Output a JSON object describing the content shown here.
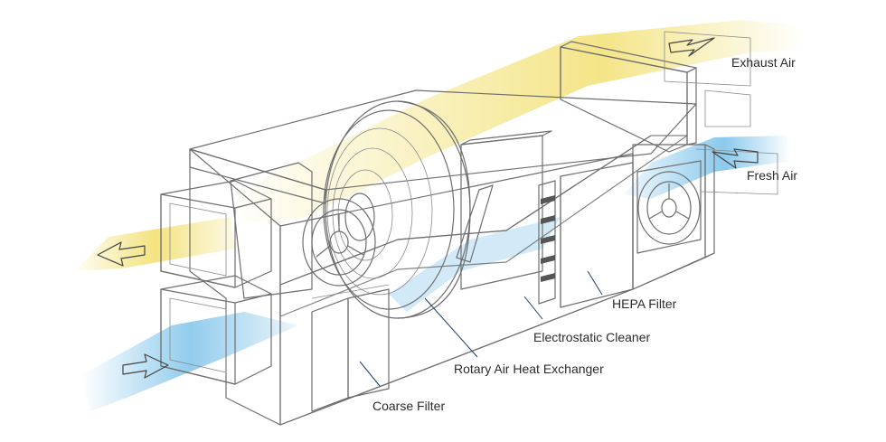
{
  "labels": {
    "exhaust_air": "Exhaust Air",
    "fresh_air": "Fresh Air",
    "hepa_filter": "HEPA Filter",
    "electrostatic_cleaner": "Electrostatic Cleaner",
    "rotary_heat_exchanger": "Rotary Air Heat Exchanger",
    "coarse_filter": "Coarse Filter"
  },
  "colors": {
    "warm_air": "#f3e27a",
    "cool_air": "#7ec3ea",
    "housing_light": "#f4f4f4",
    "housing_mid": "#e3e3e3",
    "housing_dark": "#cfcfcf",
    "leader_line": "#1d3b6e"
  }
}
